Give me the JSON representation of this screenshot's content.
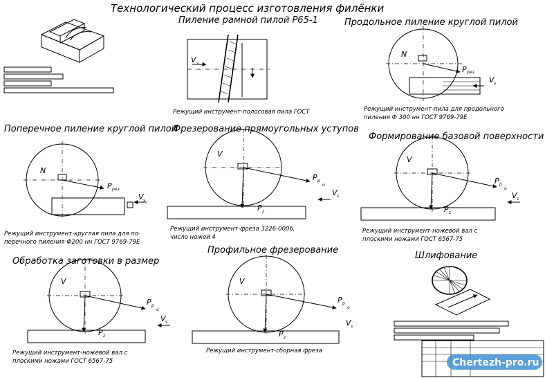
{
  "title": "Технологический процесс изготовления филёнки",
  "sections": {
    "frame_saw": {
      "heading": "Пиление рамной пилой Р65-1",
      "caption": "Режущий инструмент-полосовая пила ГОСТ",
      "vs_label": "V",
      "vs_sub": "s"
    },
    "rip_saw": {
      "heading": "Продольное пиление круглой пилой",
      "caption_1": "Режущий инструмент-пила для продольного",
      "caption_2": "пиления Ф 300 нн ГОСТ 9769-79Е",
      "n_label": "N",
      "p_label": "P",
      "p_sub": "рез",
      "vs_label": "V",
      "vs_sub": "s"
    },
    "cross_saw": {
      "heading": "Поперечное пиление круглой пилой",
      "caption_1": "Режущий инструмент-круглая пила для по-",
      "caption_2": "перечного пиления Ф200 нн ГОСТ 9769-79Е",
      "n_label": "N",
      "p_label": "P",
      "p_sub": "рез",
      "vs_label": "V",
      "vs_sub": "s"
    },
    "rect_mill": {
      "heading": "Фрезерование прямоугольных уступов",
      "caption_1": "Режущий инструмент-фреза 3226-0006,",
      "caption_2": "число ножей 4",
      "v_label": "V",
      "p_label": "P",
      "p_sub_1": "р",
      "p_sub_2": "о",
      "pz_label": "P",
      "pz_sub": "z",
      "vs_label": "V",
      "vs_sub": "s"
    },
    "base_surface": {
      "heading": "Формирование базовой поверхности",
      "caption_1": "Режущий инструмент-ножевой вал с",
      "caption_2": "плоскими ножами ГОСТ 6567-75",
      "v_label": "V",
      "p_label": "P",
      "p_sub_1": "р",
      "p_sub_2": "о",
      "pz_label": "P",
      "pz_sub": "z",
      "vs_label": "V",
      "vs_sub": "s"
    },
    "to_size": {
      "heading": "Обработка заготовки в размер",
      "caption_1": "Режущий инструмент-ножевой вал с",
      "caption_2": "плоскими ножами ГОСТ 6567-75",
      "v_label": "V",
      "p_label": "P",
      "p_sub_1": "р",
      "p_sub_2": "о",
      "pz_label": "P",
      "pz_sub": "z",
      "vs_label": "V",
      "vs_sub": "s"
    },
    "profile_mill": {
      "heading": "Профильное фрезерование",
      "caption": "Режущий инструмент-сборная фреза",
      "v_label": "V",
      "p_label": "P",
      "p_sub_1": "р",
      "p_sub_2": "о",
      "pz_label": "P",
      "pz_sub": "z",
      "vs_label": "V",
      "vs_sub": "s"
    },
    "sanding": {
      "heading": "Шлифование"
    }
  },
  "watermark": "Chertezh-pro.ru",
  "colors": {
    "ink": "#000000",
    "paper": "#ffffff",
    "watermark_bg": "#3f8fd6"
  }
}
